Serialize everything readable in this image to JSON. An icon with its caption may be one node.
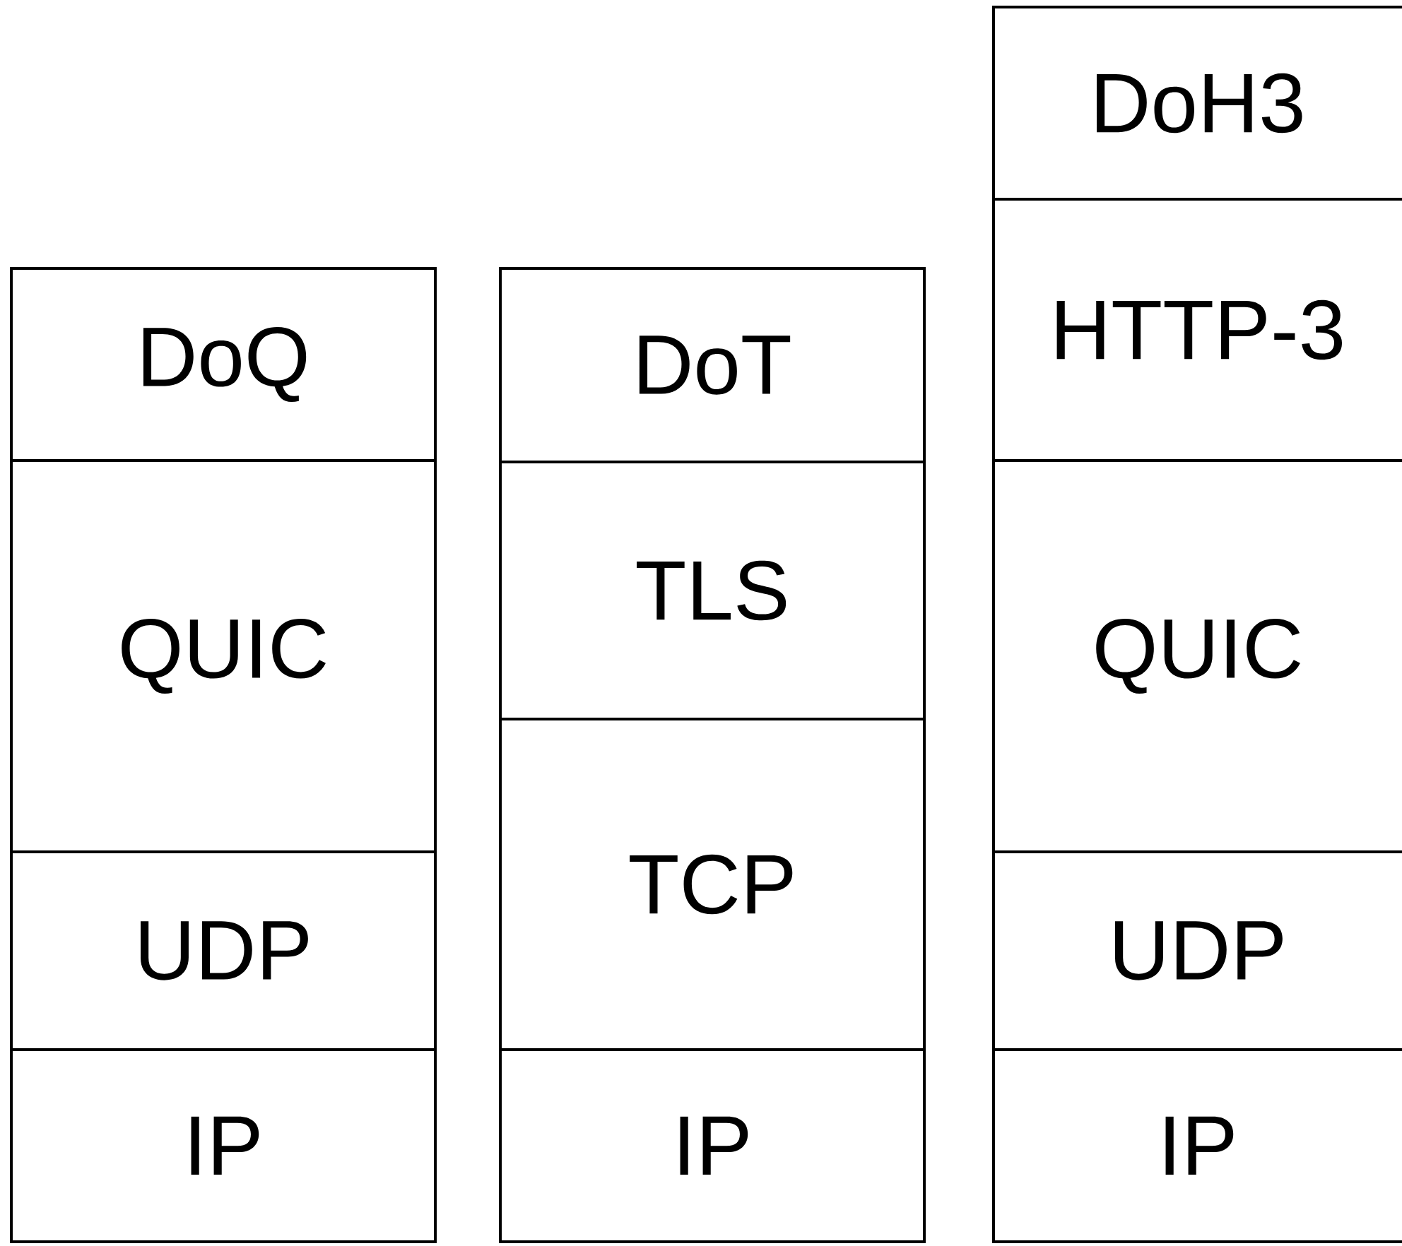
{
  "diagram": {
    "nodes": [
      {
        "text": [
          "DoQ"
        ]
      },
      {
        "text": [
          "QUIC"
        ]
      },
      {
        "text": [
          "UDP"
        ]
      },
      {
        "text": [
          "IP"
        ]
      },
      {
        "text": [
          "DoT"
        ]
      },
      {
        "text": [
          "TLS"
        ]
      },
      {
        "text": [
          "TCP"
        ]
      },
      {
        "text": [
          "IP"
        ]
      },
      {
        "text": [
          "DoH3"
        ]
      },
      {
        "text": [
          "HTTP-3"
        ]
      },
      {
        "text": [
          "QUIC"
        ]
      },
      {
        "text": [
          "UDP"
        ]
      },
      {
        "text": [
          "IP"
        ]
      }
    ]
  }
}
